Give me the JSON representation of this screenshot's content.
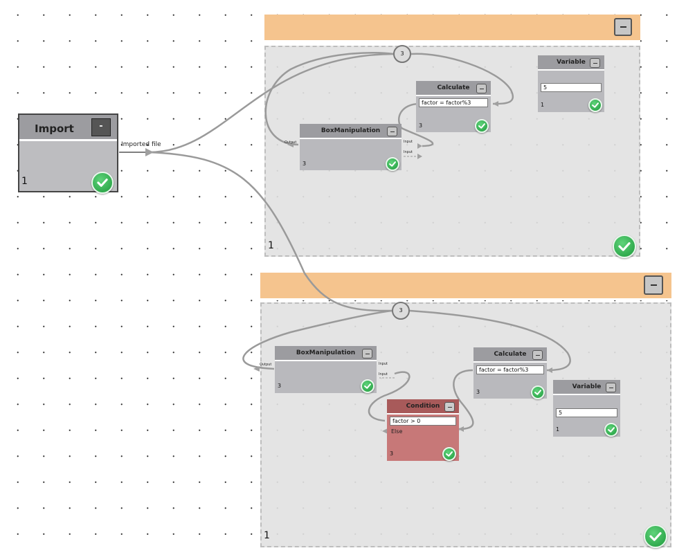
{
  "import_node": {
    "title": "Import",
    "minimize_label": "-",
    "count": "1",
    "output_label": "Imported file"
  },
  "group1": {
    "count": "1",
    "hub": "3",
    "nodes": {
      "boxmanip": {
        "title": "BoxManipulation",
        "count": "3",
        "output": "Output",
        "input1": "Input",
        "input2": "Input"
      },
      "calculate": {
        "title": "Calculate",
        "value": "factor = factor%3",
        "count": "3"
      },
      "variable": {
        "title": "Variable",
        "value": "5",
        "count": "1"
      }
    }
  },
  "group2": {
    "count": "1",
    "hub": "3",
    "nodes": {
      "boxmanip": {
        "title": "BoxManipulation",
        "count": "3",
        "output": "Output",
        "input1": "Input",
        "input2": "Input"
      },
      "calculate": {
        "title": "Calculate",
        "value": "factor = factor%3",
        "count": "3"
      },
      "condition": {
        "title": "Condition",
        "value": "factor > 0",
        "else": "Else",
        "count": "3"
      },
      "variable": {
        "title": "Variable",
        "value": "5",
        "count": "1"
      }
    }
  },
  "colors": {
    "group_header": "#f5c48e",
    "group_body": "#e1e1e1",
    "node": "#b9b9bd",
    "condition_node": "#c77878",
    "check": "#1e9a3c"
  },
  "icons": {
    "minimize": "minus-icon",
    "status": "check-circle-icon",
    "port": "triangle-port-icon"
  }
}
